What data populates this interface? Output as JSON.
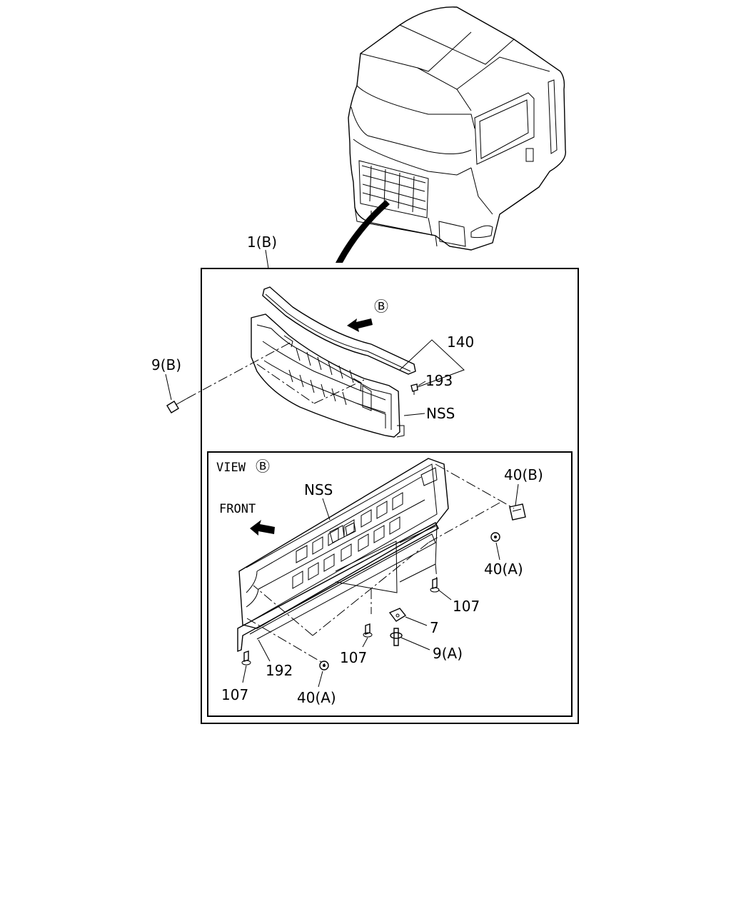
{
  "labels": {
    "assembly": "1(B)",
    "view_marker": "Ⓑ",
    "part_140": "140",
    "part_193": "193",
    "part_9b": "9(B)",
    "nss_top": "NSS",
    "view_title": "VIEW",
    "nss_inner": "NSS",
    "front": "FRONT",
    "part_40b": "40(B)",
    "part_40a_right": "40(A)",
    "part_107_right": "107",
    "part_7": "7",
    "part_107_mid": "107",
    "part_9a": "9(A)",
    "part_192": "192",
    "part_107_left": "107",
    "part_40a_bottom": "40(A)"
  }
}
